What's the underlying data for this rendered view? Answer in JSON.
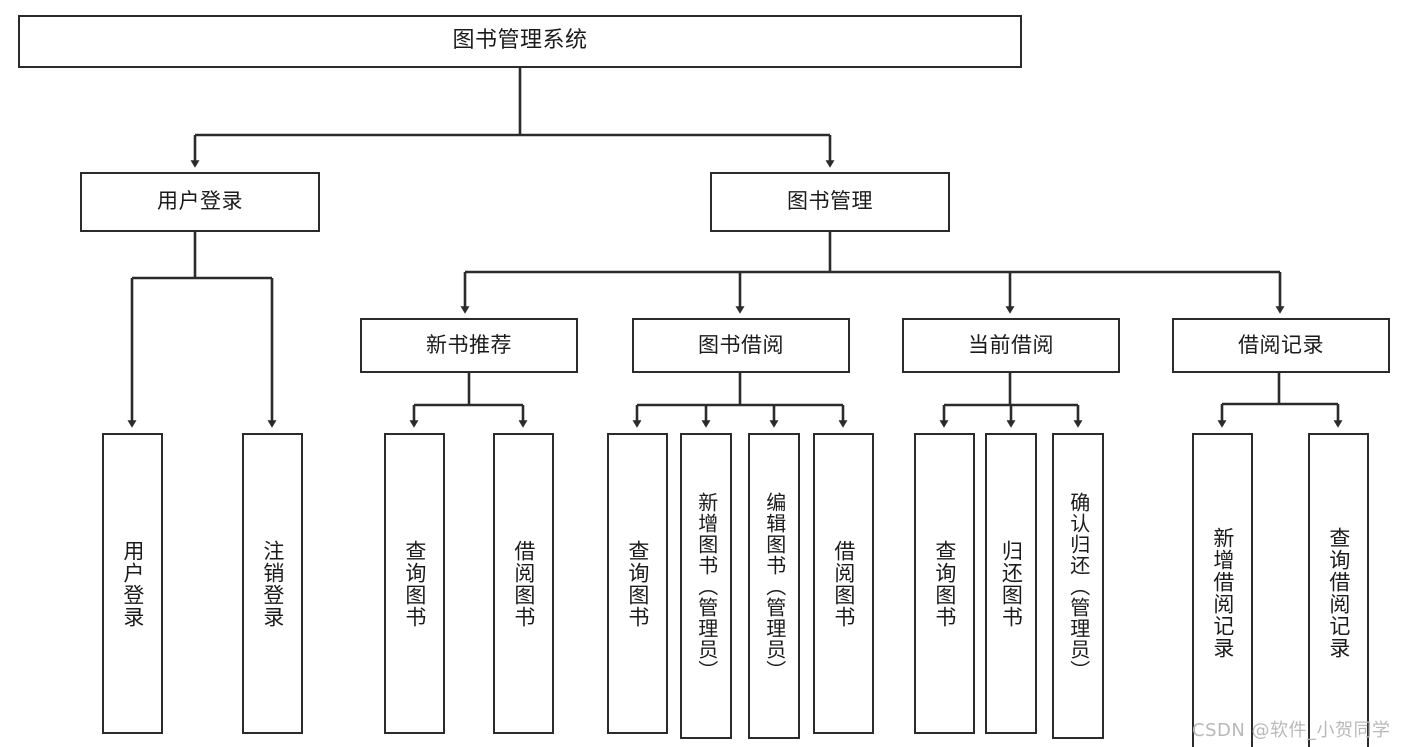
{
  "diagram": {
    "title_node": {
      "label": "图书管理系统"
    },
    "level2": [
      {
        "label": "用户登录"
      },
      {
        "label": "图书管理"
      }
    ],
    "level3": [
      {
        "label": "新书推荐"
      },
      {
        "label": "图书借阅"
      },
      {
        "label": "当前借阅"
      },
      {
        "label": "借阅记录"
      }
    ],
    "leaves": [
      {
        "label": "用户登录",
        "parent": "用户登录"
      },
      {
        "label": "注销登录",
        "parent": "用户登录"
      },
      {
        "label": "查询图书",
        "parent": "新书推荐"
      },
      {
        "label": "借阅图书",
        "parent": "新书推荐"
      },
      {
        "label": "查询图书",
        "parent": "图书借阅"
      },
      {
        "label": "新增图书（管理员）",
        "parent": "图书借阅"
      },
      {
        "label": "编辑图书（管理员）",
        "parent": "图书借阅"
      },
      {
        "label": "借阅图书",
        "parent": "图书借阅"
      },
      {
        "label": "查询图书",
        "parent": "当前借阅"
      },
      {
        "label": "归还图书",
        "parent": "当前借阅"
      },
      {
        "label": "确认归还（管理员）",
        "parent": "当前借阅"
      },
      {
        "label": "新增借阅记录",
        "parent": "借阅记录"
      },
      {
        "label": "查询借阅记录",
        "parent": "借阅记录"
      }
    ]
  },
  "watermark": {
    "text": "CSDN @软件_小贺同学"
  },
  "colors": {
    "stroke": "#2b2b2b",
    "background": "#ffffff",
    "text": "#1b1b1b",
    "watermark": "#b9b9b9"
  }
}
